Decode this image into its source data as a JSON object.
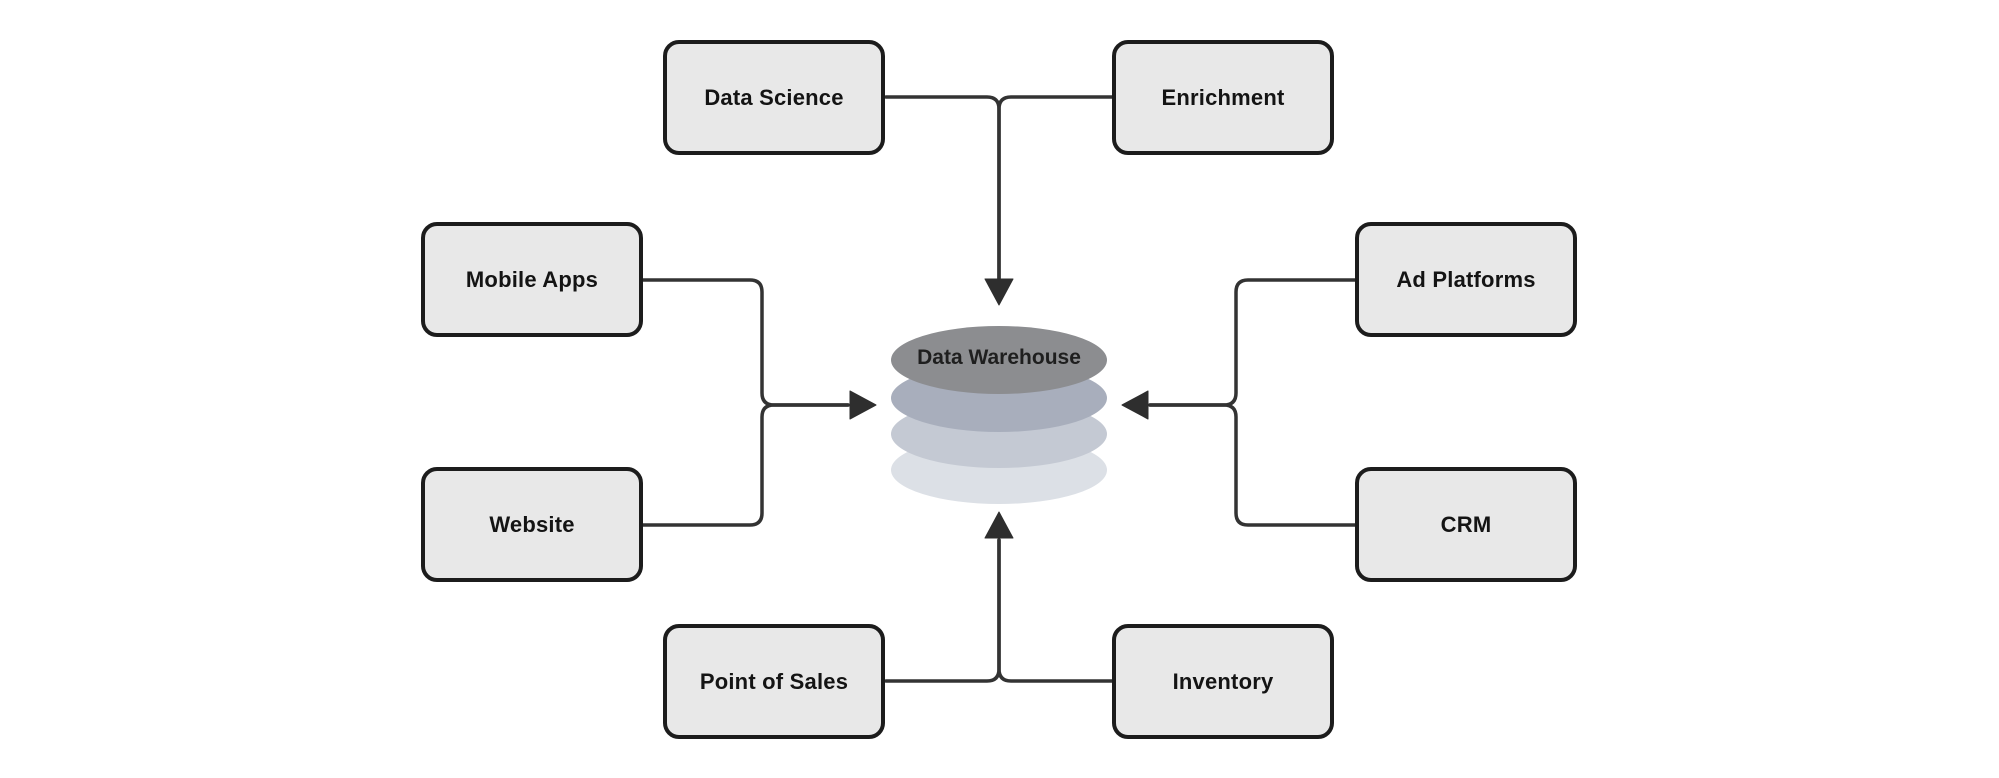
{
  "center": {
    "id": "data-warehouse",
    "label": "Data Warehouse"
  },
  "nodes": [
    {
      "id": "data-science",
      "label": "Data Science"
    },
    {
      "id": "enrichment",
      "label": "Enrichment"
    },
    {
      "id": "mobile-apps",
      "label": "Mobile Apps"
    },
    {
      "id": "website",
      "label": "Website"
    },
    {
      "id": "ad-platforms",
      "label": "Ad Platforms"
    },
    {
      "id": "crm",
      "label": "CRM"
    },
    {
      "id": "point-of-sales",
      "label": "Point of Sales"
    },
    {
      "id": "inventory",
      "label": "Inventory"
    }
  ],
  "edges": [
    {
      "sources": [
        "data-science",
        "enrichment"
      ],
      "target": "data-warehouse",
      "arrow_direction": "down"
    },
    {
      "sources": [
        "mobile-apps",
        "website"
      ],
      "target": "data-warehouse",
      "arrow_direction": "right"
    },
    {
      "sources": [
        "ad-platforms",
        "crm"
      ],
      "target": "data-warehouse",
      "arrow_direction": "left"
    },
    {
      "sources": [
        "point-of-sales",
        "inventory"
      ],
      "target": "data-warehouse",
      "arrow_direction": "up"
    }
  ],
  "colors": {
    "background": "#ffffff",
    "node_fill": "#e8e8e8",
    "node_border": "#1c1c1c",
    "connector": "#333333",
    "cylinder_top": "#8c8d90",
    "cylinder_band_2": "#a8aebc",
    "cylinder_band_3": "#c4c9d3",
    "cylinder_band_4": "#dce0e6"
  }
}
